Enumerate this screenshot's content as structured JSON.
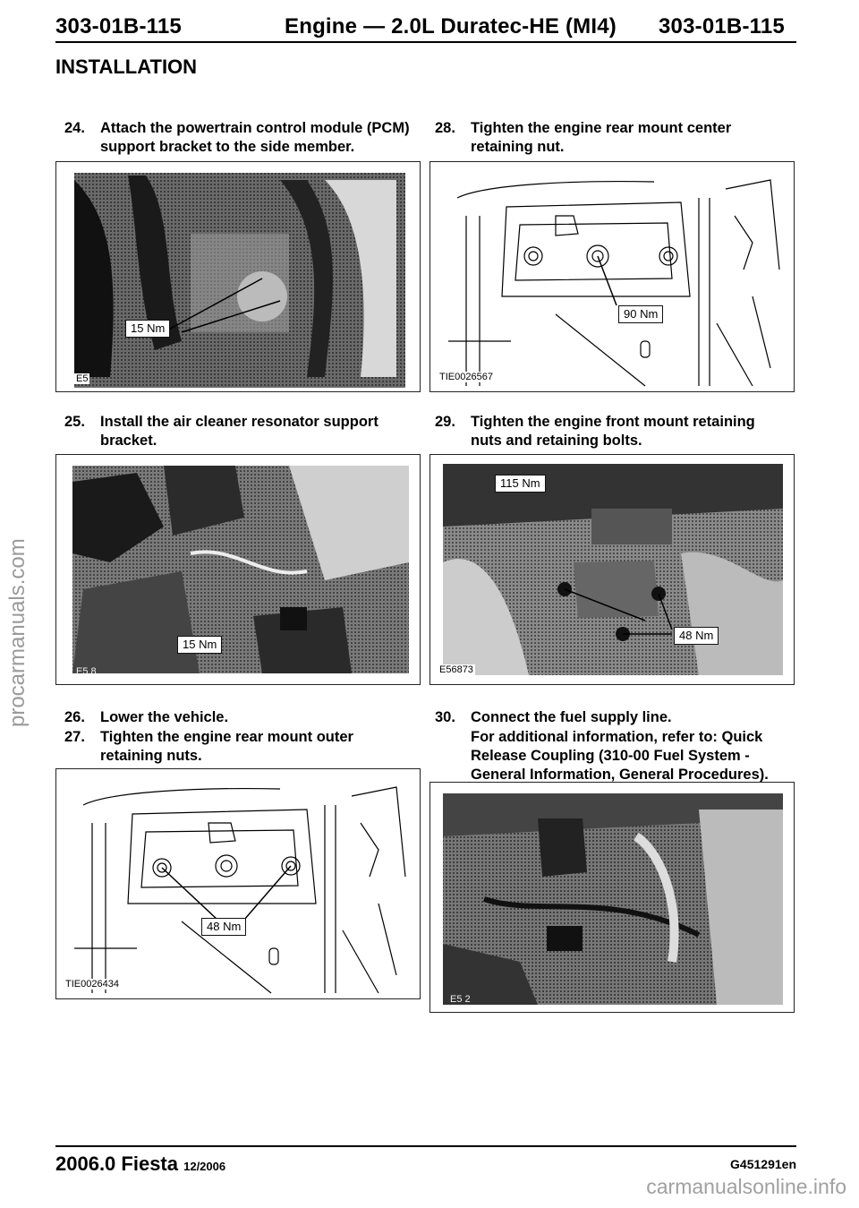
{
  "header": {
    "left_code": "303-01B-115",
    "title": "Engine — 2.0L Duratec-HE (MI4)",
    "right_code": "303-01B-115"
  },
  "section": "INSTALLATION",
  "steps": {
    "s24": {
      "num": "24.",
      "line1": "Attach the powertrain control module (PCM)",
      "line2": "support bracket to the side member."
    },
    "s25": {
      "num": "25.",
      "line1": "Install the air cleaner resonator support",
      "line2": "bracket."
    },
    "s26": {
      "num": "26.",
      "line1": "Lower the vehicle."
    },
    "s27": {
      "num": "27.",
      "line1": "Tighten the engine rear mount outer",
      "line2": "retaining nuts."
    },
    "s28": {
      "num": "28.",
      "line1": "Tighten the engine rear mount center",
      "line2": "retaining nut."
    },
    "s29": {
      "num": "29.",
      "line1": "Tighten the engine front mount retaining",
      "line2": "nuts and retaining bolts."
    },
    "s30": {
      "num": "30.",
      "line1": "Connect the fuel supply line."
    },
    "s30_note": {
      "line1": "For additional information, refer to: Quick",
      "line2": "Release Coupling (310-00 Fuel System -",
      "line3": "General Information, General Procedures)."
    }
  },
  "figures": {
    "f24": {
      "torque": "15 Nm",
      "id": "E5"
    },
    "f25": {
      "torque": "15 Nm",
      "id": "E5  8"
    },
    "f27": {
      "torque": "48 Nm",
      "id": "TIE0026434"
    },
    "f28": {
      "torque": "90 Nm",
      "id": "TIE0026567"
    },
    "f29": {
      "torque_top": "115 Nm",
      "torque_bottom": "48 Nm",
      "id": "E56873"
    },
    "f30": {
      "id": "E5  2"
    }
  },
  "footer": {
    "model": "2006.0 Fiesta",
    "date": "12/2006",
    "doc_code": "G451291en"
  },
  "watermarks": {
    "side": "procarmanuals.com",
    "bottom": "carmanualsonline.info"
  }
}
